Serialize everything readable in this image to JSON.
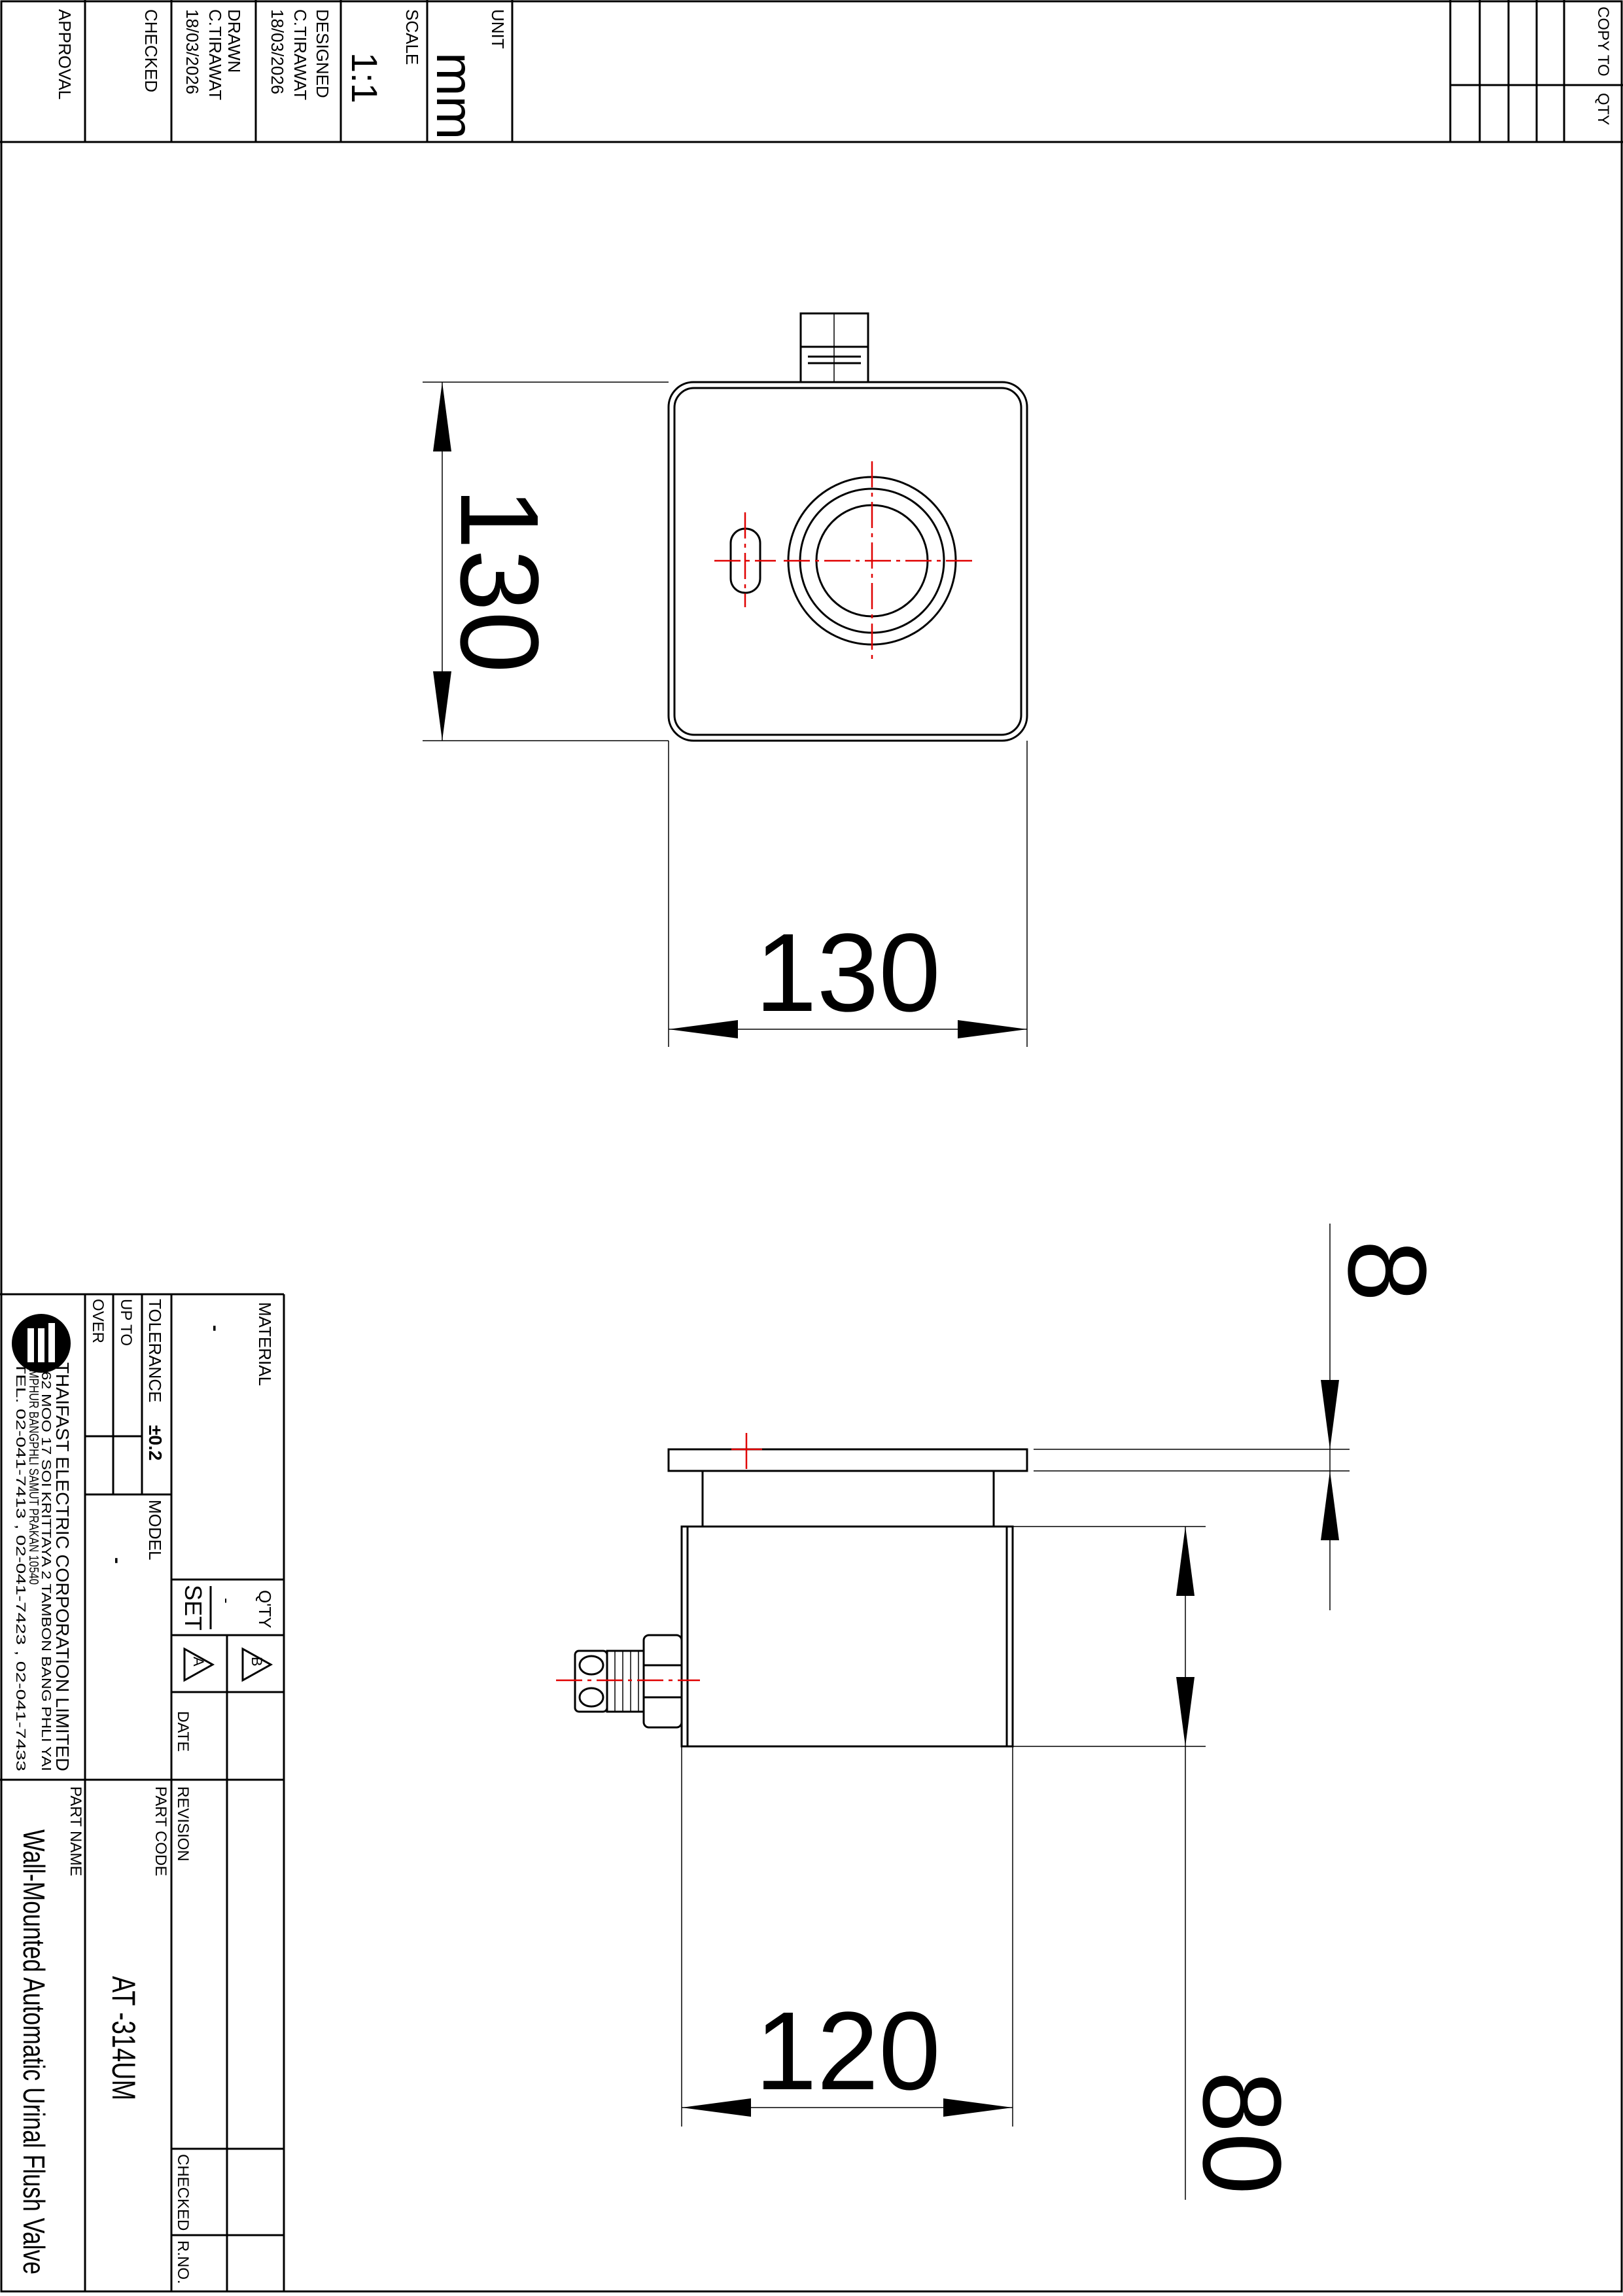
{
  "title_block_top": {
    "approval_label": "APPROVAL",
    "checked_label": "CHECKED",
    "drawn_label": "DRAWN",
    "drawn_by": "C.TIRAWAT",
    "drawn_date": "18/03/2026",
    "designed_label": "DESIGNED",
    "designed_by": "C.TIRAWAT",
    "designed_date": "18/03/2026",
    "scale_label": "SCALE",
    "scale_value": "1:1",
    "unit_label": "UNIT",
    "unit_value": "mm",
    "copy_to_label": "COPY TO",
    "qty_label": "QTY"
  },
  "title_block_bottom": {
    "material_label": "MATERIAL",
    "material_value": "-",
    "tolerance_label": "TOLERANCE",
    "tolerance_value": "±0.2",
    "up_to_label": "UP TO",
    "over_label": "OVER",
    "model_label": "MODEL",
    "model_value": "-",
    "qty_label": "Q'TY",
    "qty_value": "-",
    "qty_unit": "SET",
    "rev_a": "A",
    "rev_b": "B",
    "date_label": "DATE",
    "revision_label": "REVISION",
    "checked_label": "CHECKED",
    "rno_label": "R.NO.",
    "part_code_label": "PART CODE",
    "part_code_value": "AT -314UM",
    "part_name_label": "PART NAME",
    "part_name_value": "Wall-Mounted Automatic Urinal Flush Valve",
    "company_name": "THAIFAST ELECTRIC CORPORATION LIMITED",
    "address_1": "162 MOO 17 SOI KRITTAYA 2 TAMBON BANG PHLI YAI",
    "address_2": "AMPHUR BANGPHLI SAMUT PRAKAN 10540",
    "phone": "TEL. 02-041-7413 , 02-041-7423 , 02-041-7433"
  },
  "dimensions": {
    "top_view_height": "130",
    "top_view_width": "130",
    "front_flange_thickness": "8",
    "front_body_height": "80",
    "front_body_width": "120"
  },
  "colors": {
    "line": "#000000",
    "centerline": "#e00000"
  }
}
